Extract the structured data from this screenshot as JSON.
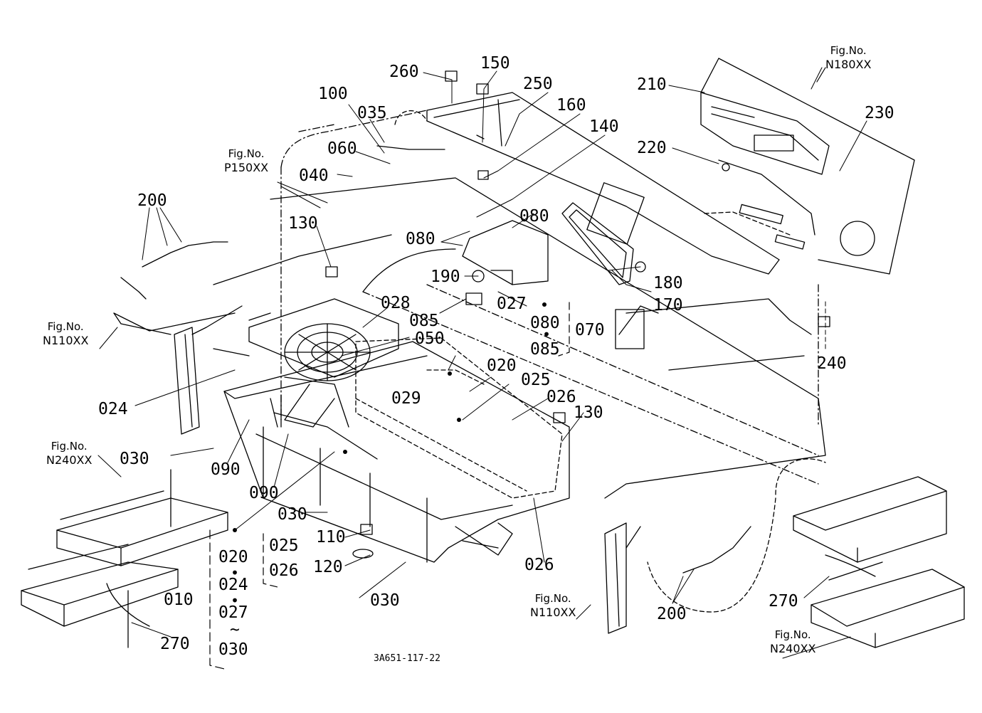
{
  "drawing_number": "3A651-117-22",
  "fig_refs": [
    {
      "fig": "Fig.No.",
      "code": "N180XX"
    },
    {
      "fig": "Fig.No.",
      "code": "P150XX"
    },
    {
      "fig": "Fig.No.",
      "code": "N110XX"
    },
    {
      "fig": "Fig.No.",
      "code": "N240XX"
    },
    {
      "fig": "Fig.No.",
      "code": "N110XX"
    },
    {
      "fig": "Fig.No.",
      "code": "N240XX"
    }
  ],
  "parts": {
    "p260": "260",
    "p150": "150",
    "p250": "250",
    "p210": "210",
    "p160": "160",
    "p140": "140",
    "p100": "100",
    "p035": "035",
    "p060": "060",
    "p040": "040",
    "p230": "230",
    "p220": "220",
    "p200a": "200",
    "p130a": "130",
    "p080a": "080",
    "p080b": "080",
    "p190": "190",
    "p180": "180",
    "p170": "170",
    "p028": "028",
    "p085": "085",
    "p027": "027",
    "p080c": "080",
    "p085b": "085",
    "p070": "070",
    "p240": "240",
    "p050": "050",
    "p020a": "020",
    "p025a": "025",
    "p029": "029",
    "p026a": "026",
    "p130b": "130",
    "p024a": "024",
    "p030a": "030",
    "p090a": "090",
    "p090b": "090",
    "p030b": "030",
    "p110": "110",
    "p120": "120",
    "p026b": "026",
    "p020b": "020",
    "p025b": "025",
    "p026c": "026",
    "p024b": "024",
    "p010": "010",
    "p027b": "027",
    "p030c": "030",
    "p030d": "030",
    "p270a": "270",
    "p200b": "200",
    "p270b": "270"
  },
  "range_separator": "~"
}
